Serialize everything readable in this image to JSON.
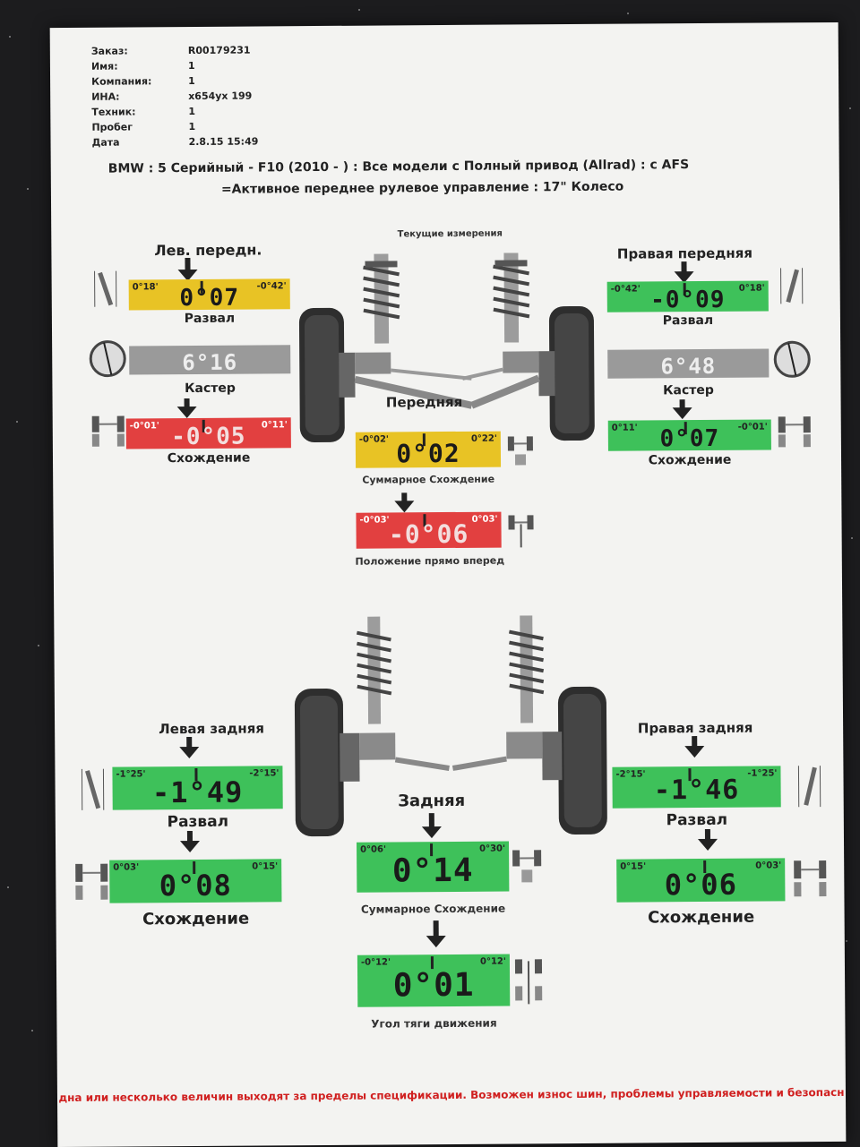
{
  "header": {
    "rows": [
      {
        "key": "Заказ:",
        "value": "R00179231"
      },
      {
        "key": "Имя:",
        "value": "1"
      },
      {
        "key": "Компания:",
        "value": "1"
      },
      {
        "key": "ИНА:",
        "value": "x654yx 199"
      },
      {
        "key": "Техник:",
        "value": "1"
      },
      {
        "key": "Пробег",
        "value": "1"
      },
      {
        "key": "Дата",
        "value": "2.8.15 15:49"
      }
    ]
  },
  "vehicle": {
    "line1": "BMW : 5 Серийный - F10 (2010 -     ) : Все модели с Полный привод (Allrad) : с AFS",
    "line2": "=Активное переднее рулевое управление : 17\" Колесо"
  },
  "front": {
    "current_label": "Текущие измерения",
    "left": {
      "title": "Лев. передн.",
      "camber": {
        "min": "0°18'",
        "max": "-0°42'",
        "value": "0°07",
        "label": "Развал",
        "status": "yellow"
      },
      "caster": {
        "value": "6°16",
        "label": "Кастер",
        "status": "grey"
      },
      "toe": {
        "min": "-0°01'",
        "max": "0°11'",
        "value": "-0°05",
        "label": "Схождение",
        "status": "red"
      }
    },
    "right": {
      "title": "Правая передняя",
      "camber": {
        "min": "-0°42'",
        "max": "0°18'",
        "value": "-0°09",
        "label": "Развал",
        "status": "green"
      },
      "caster": {
        "value": "6°48",
        "label": "Кастер",
        "status": "grey"
      },
      "toe": {
        "min": "0°11'",
        "max": "-0°01'",
        "value": "0°07",
        "label": "Схождение",
        "status": "green"
      }
    },
    "center": {
      "title": "Передняя",
      "total_toe": {
        "min": "-0°02'",
        "max": "0°22'",
        "value": "0°02",
        "label": "Суммарное Схождение",
        "status": "yellow"
      },
      "straight": {
        "min": "-0°03'",
        "max": "0°03'",
        "value": "-0°06",
        "label": "Положение прямо вперед",
        "status": "red"
      }
    }
  },
  "rear": {
    "left": {
      "title": "Левая задняя",
      "camber": {
        "min": "-1°25'",
        "max": "-2°15'",
        "value": "-1°49",
        "label": "Развал",
        "status": "green"
      },
      "toe": {
        "min": "0°03'",
        "max": "0°15'",
        "value": "0°08",
        "label": "Схождение",
        "status": "green"
      }
    },
    "right": {
      "title": "Правая задняя",
      "camber": {
        "min": "-2°15'",
        "max": "-1°25'",
        "value": "-1°46",
        "label": "Развал",
        "status": "green"
      },
      "toe": {
        "min": "0°15'",
        "max": "0°03'",
        "value": "0°06",
        "label": "Схождение",
        "status": "green"
      }
    },
    "center": {
      "title": "Задняя",
      "total_toe": {
        "min": "0°06'",
        "max": "0°30'",
        "value": "0°14",
        "label": "Суммарное Схождение",
        "status": "green"
      },
      "thrust": {
        "min": "-0°12'",
        "max": "0°12'",
        "value": "0°01",
        "label": "Угол тяги движения",
        "status": "green"
      }
    }
  },
  "footer": {
    "warning": "дна или несколько величин выходят за пределы спецификации. Возможен износ шин, проблемы управляемости и безопасн"
  },
  "colors": {
    "green": "#3ec15a",
    "yellow": "#e8c325",
    "red": "#e24040",
    "grey": "#9a9a9a",
    "warning_text": "#d02020"
  }
}
